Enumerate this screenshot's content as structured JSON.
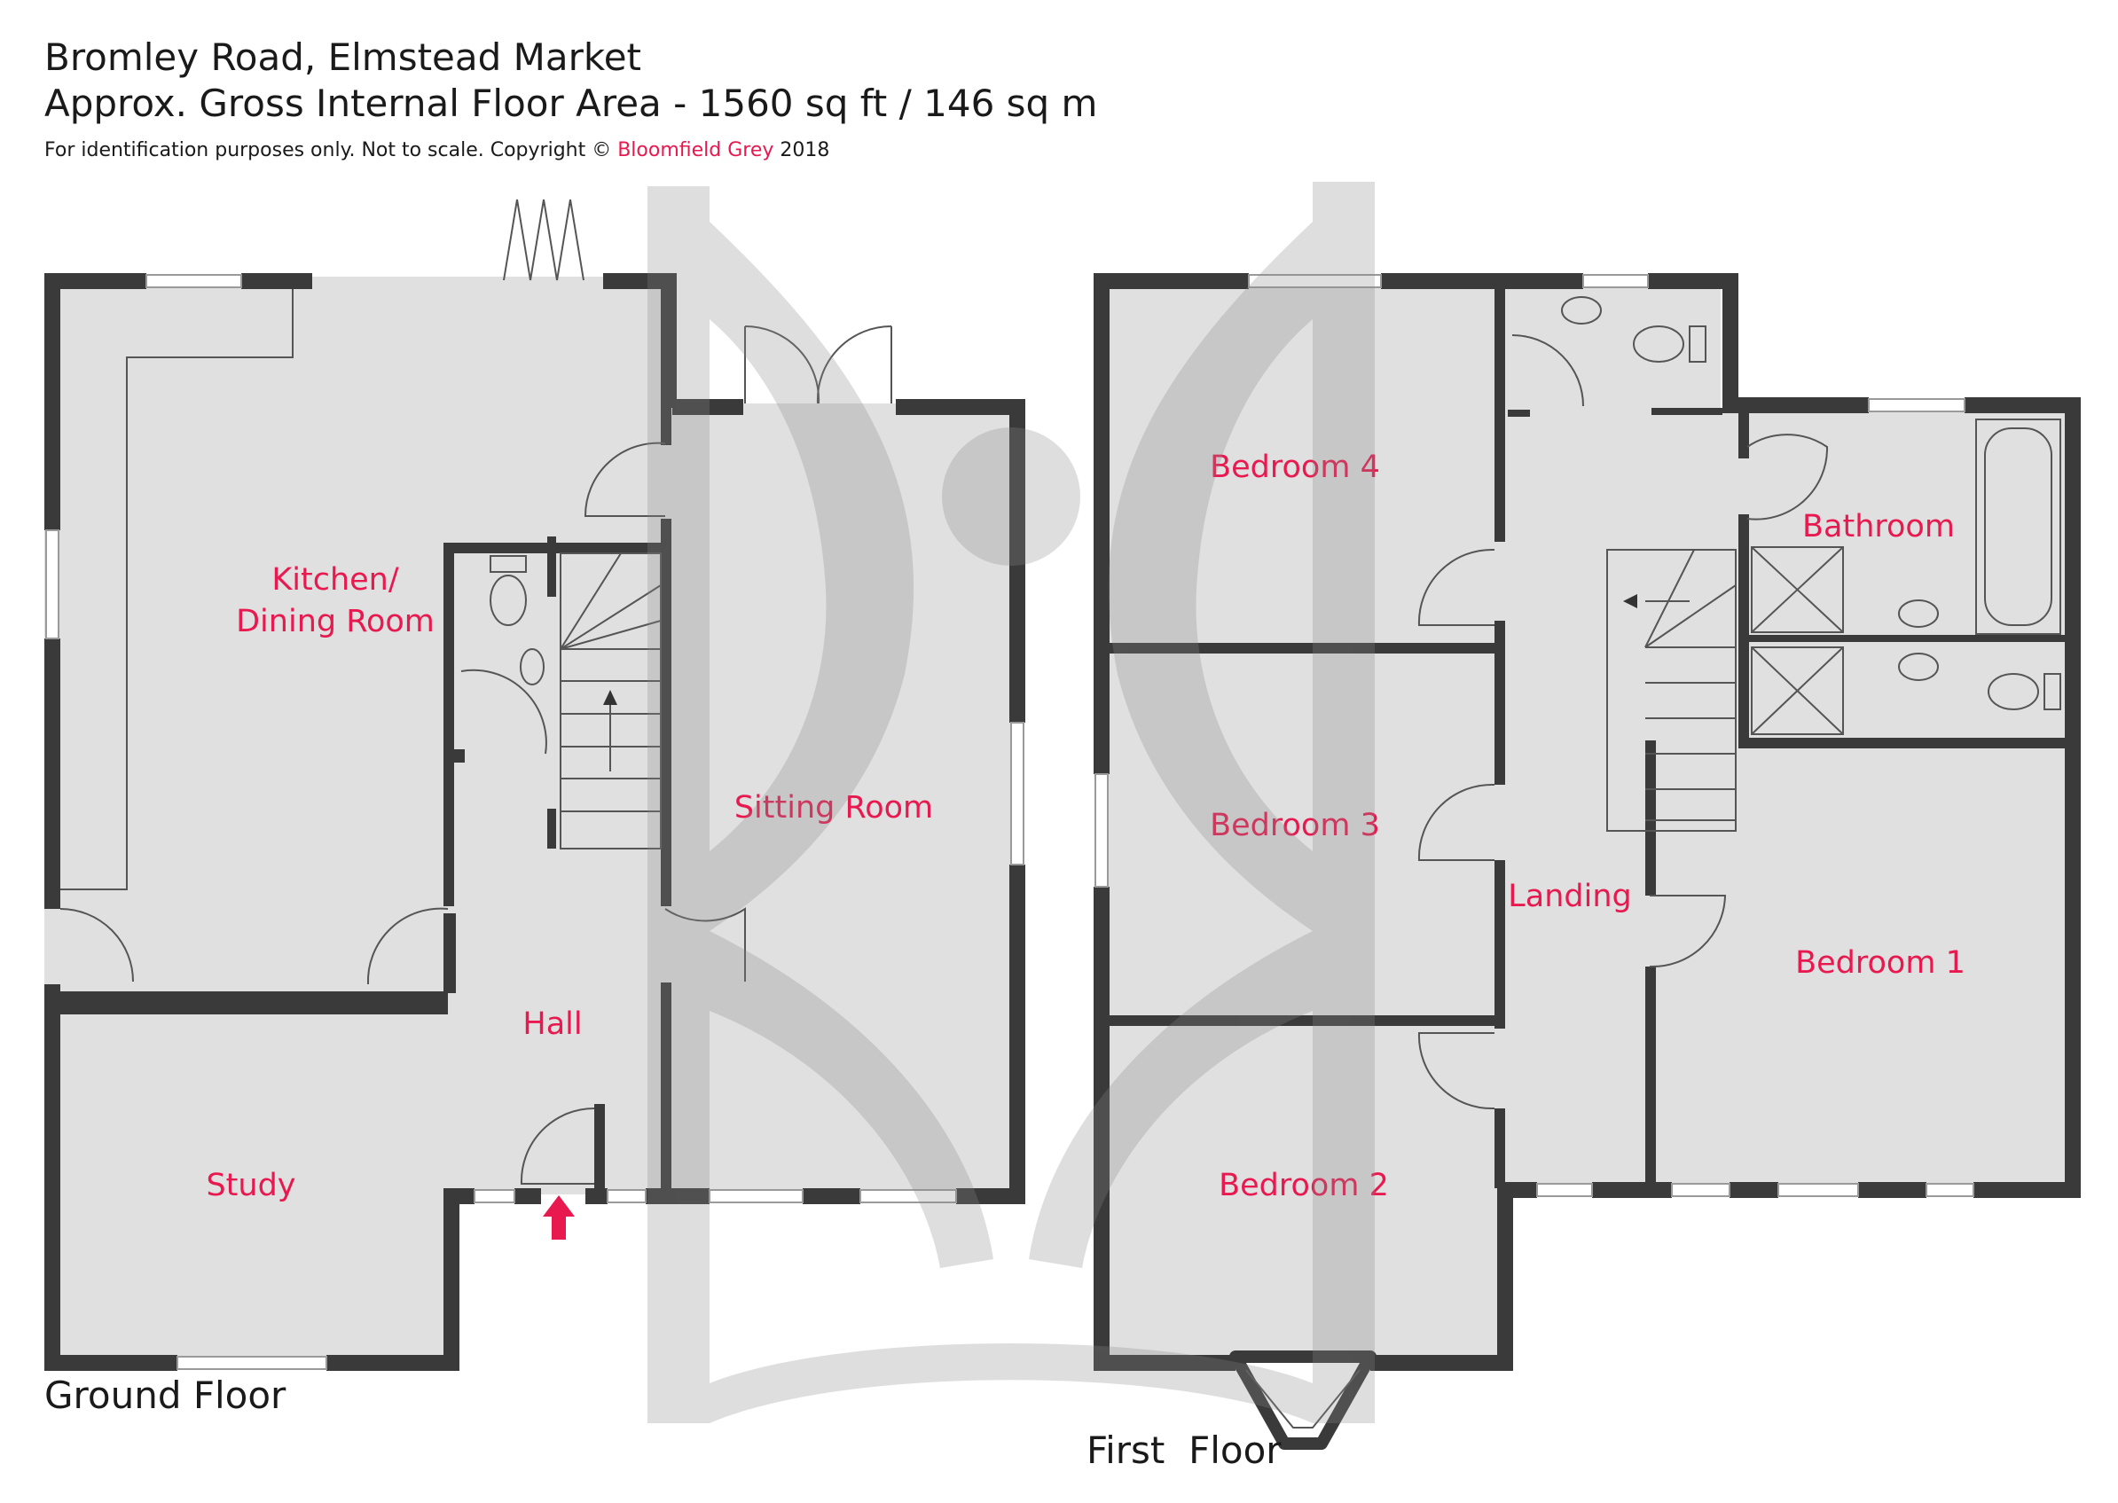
{
  "header": {
    "title": "Bromley Road, Elmstead Market",
    "area_prefix": "Approx. Gross Internal Floor Area - ",
    "area_value": "1560 sq ft / 146 sq m",
    "note_prefix": "For identification purposes only. Not to scale. Copyright © ",
    "brand": "Bloomfield Grey",
    "year": " 2018"
  },
  "floors": {
    "ground": {
      "label": "Ground Floor",
      "rooms": {
        "kitchen_line1": "Kitchen/",
        "kitchen_line2": "Dining Room",
        "sitting": "Sitting Room",
        "hall": "Hall",
        "study": "Study"
      }
    },
    "first": {
      "label": "First  Floor",
      "rooms": {
        "bedroom4": "Bedroom 4",
        "bedroom3": "Bedroom 3",
        "bedroom2": "Bedroom 2",
        "bedroom1": "Bedroom 1",
        "bathroom": "Bathroom",
        "landing": "Landing"
      }
    }
  },
  "colors": {
    "wall": "#3a3a3a",
    "floor": "#e0e0e0",
    "label": "#e8194f",
    "watermark": "#b4b4b4",
    "entrance_arrow": "#e8194f"
  },
  "icons": [
    "entrance-arrow-icon",
    "stairs-arrow-icon",
    "toilet-icon",
    "basin-icon",
    "bath-icon",
    "shower-icon",
    "logo-watermark"
  ]
}
